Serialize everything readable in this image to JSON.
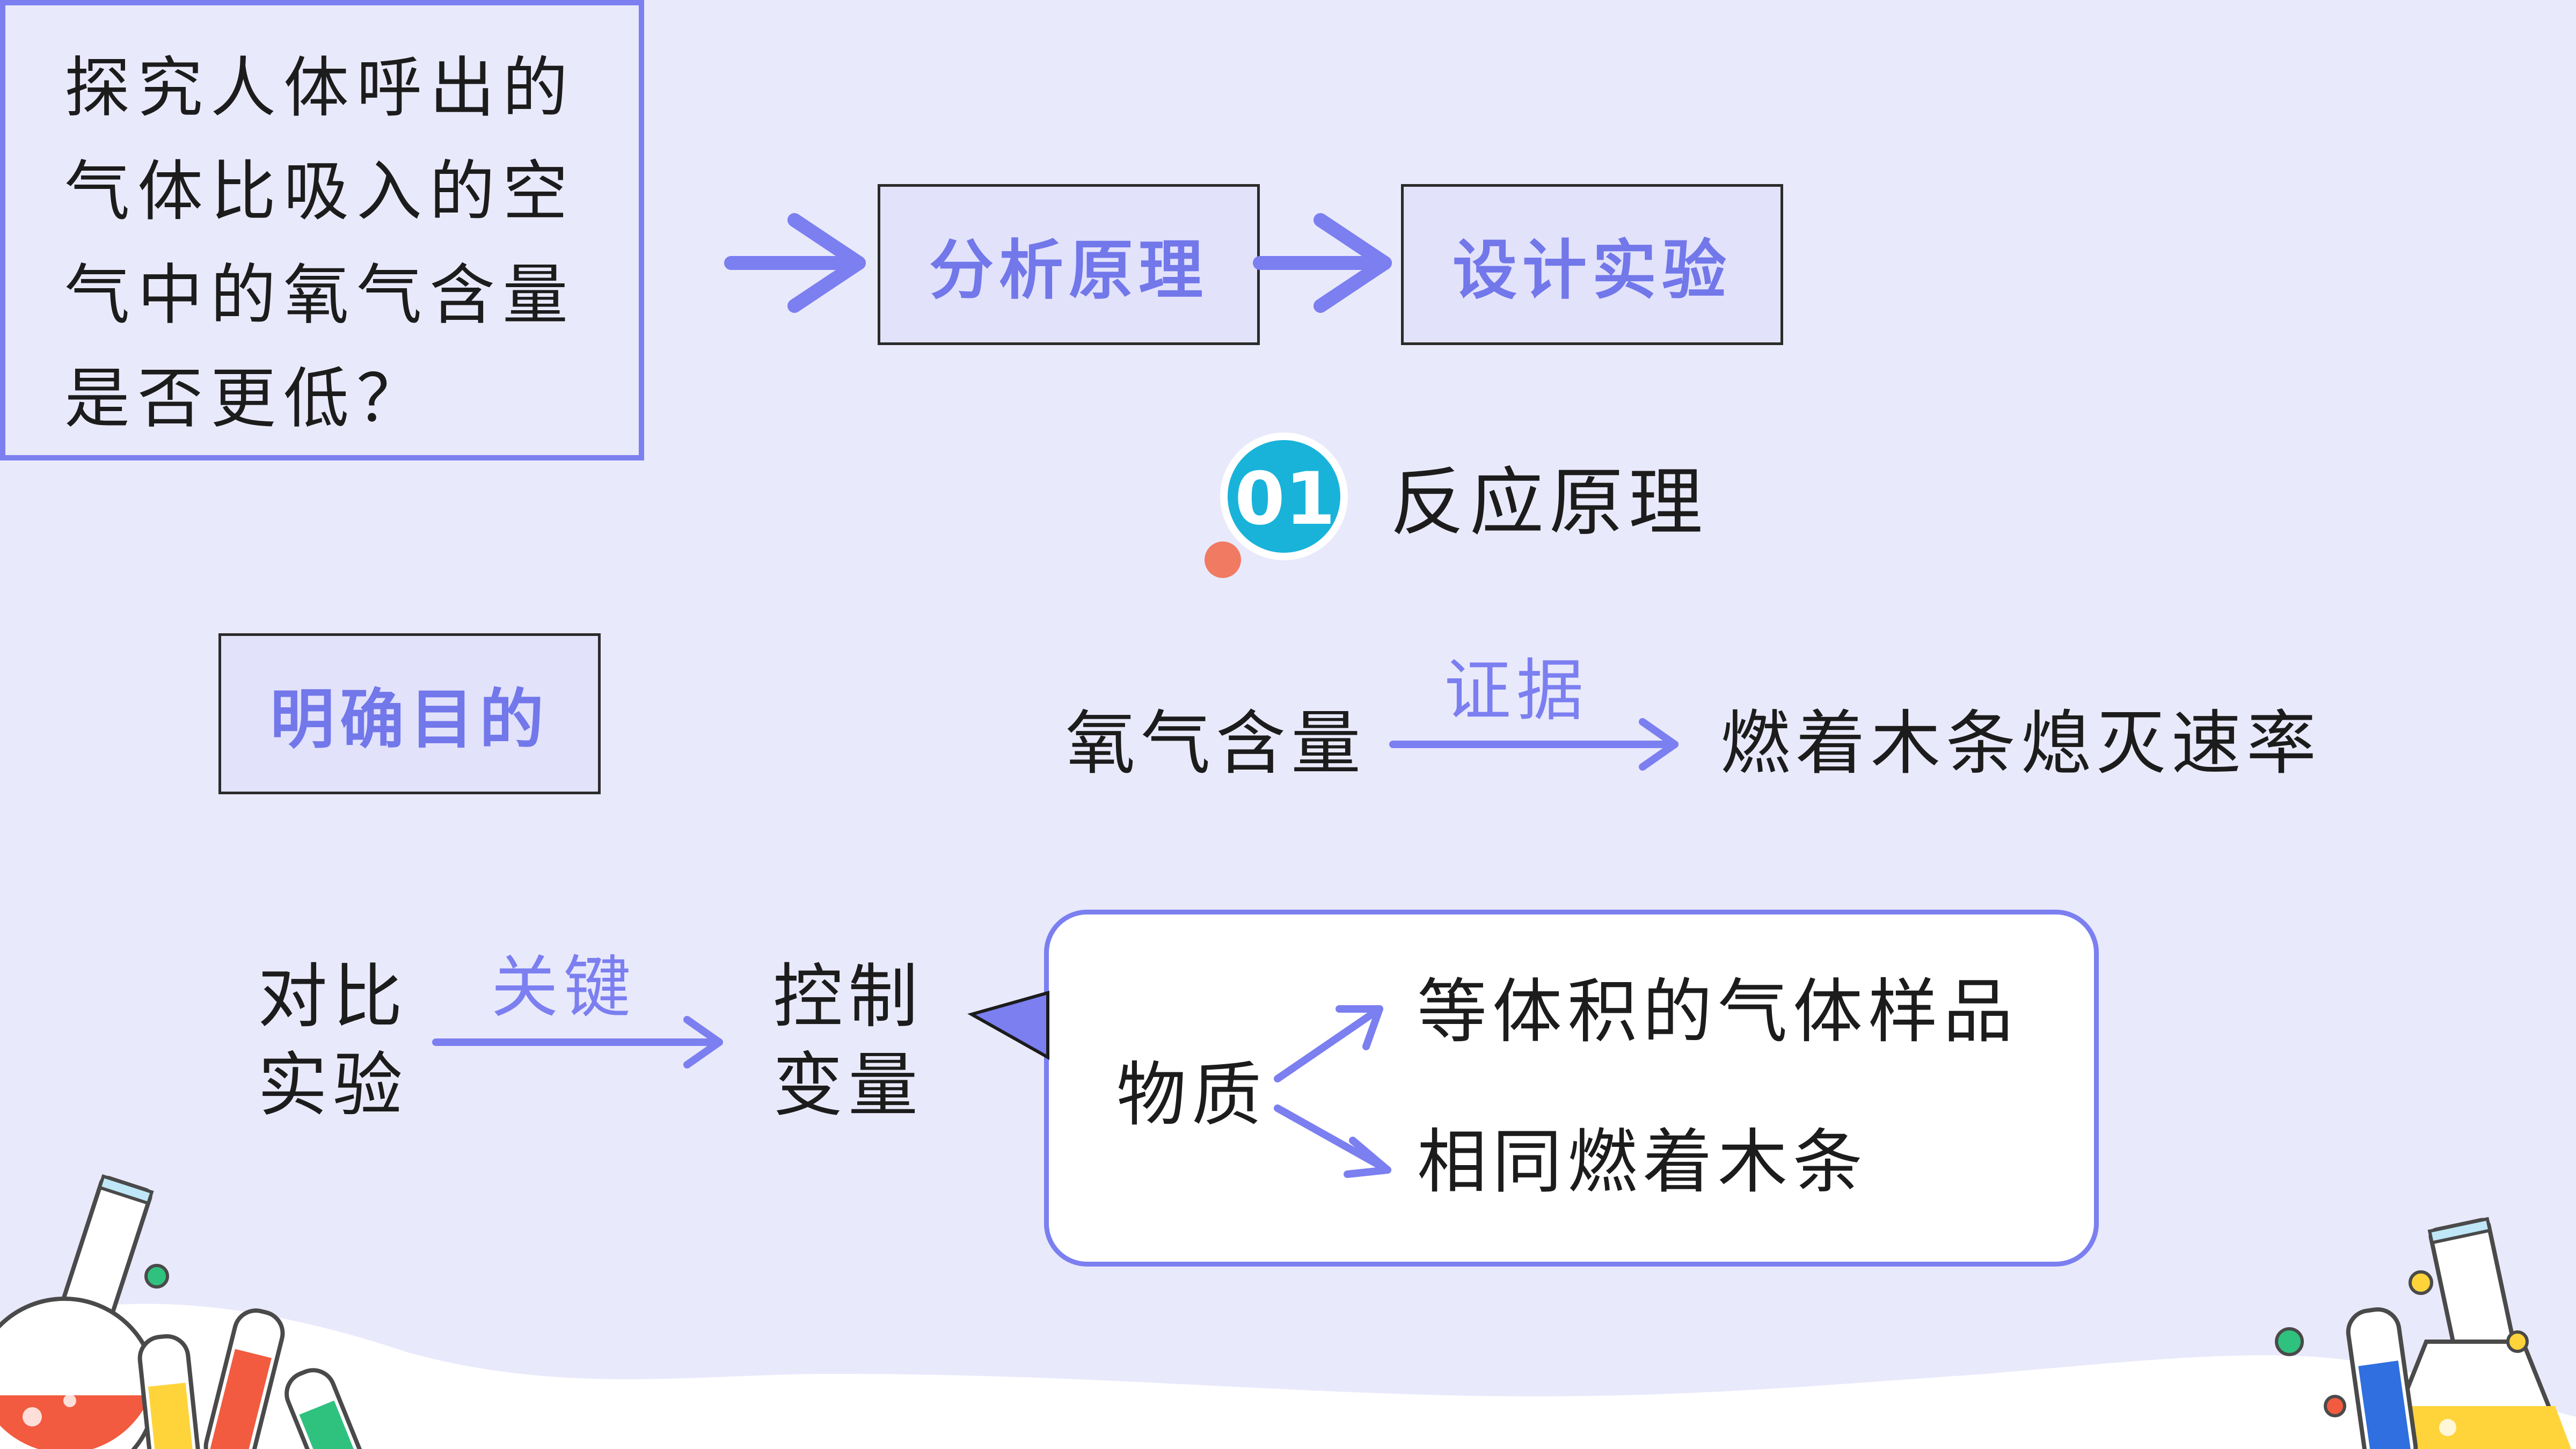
{
  "goal_question": {
    "lines": [
      "探究人体呼出的",
      "气体比吸入的空",
      "气中的氧气含量",
      "是否更低？"
    ]
  },
  "steps": {
    "analyze": "分析原理",
    "design": "设计实验",
    "clarify": "明确目的"
  },
  "principle": {
    "badge": "01",
    "title": "反应原理",
    "left": "氧气含量",
    "arrow_label": "证据",
    "right": "燃着木条熄灭速率"
  },
  "experiment": {
    "left_lines": [
      "对比",
      "实验"
    ],
    "arrow_label": "关键",
    "right_lines": [
      "控制",
      "变量"
    ]
  },
  "variables": {
    "root": "物质",
    "items": [
      "等体积的气体样品",
      "相同燃着木条"
    ]
  },
  "colors": {
    "background": "#e9e9fc",
    "accent": "#7b7ff0",
    "badge": "#19b3da",
    "dot": "#f07a62"
  }
}
